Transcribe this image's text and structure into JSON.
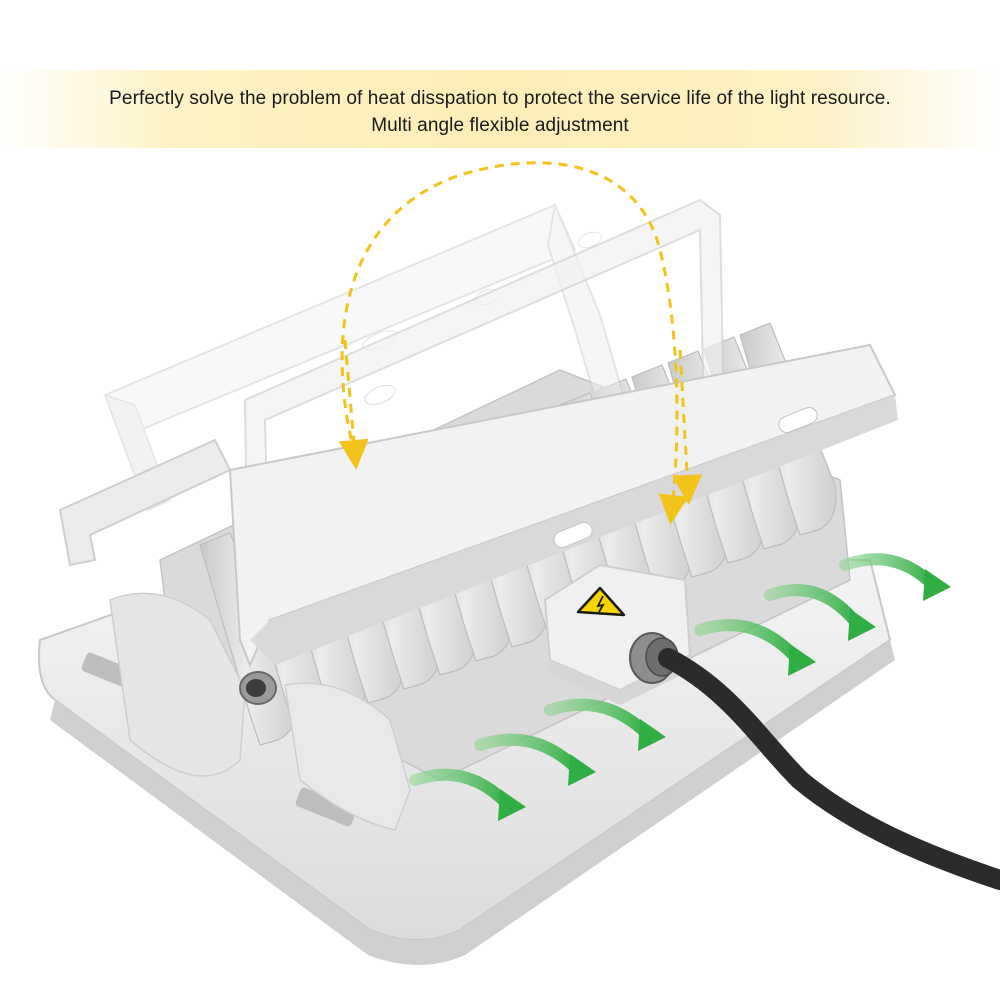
{
  "caption": {
    "line1": "Perfectly solve the problem of heat disspation to protect the service life of the light resource.",
    "line2": "Multi angle flexible adjustment"
  },
  "colors": {
    "banner": "#fbeeb8",
    "housing": "#e8e8e8",
    "fin": "#d6d6d6",
    "airflow_arrow": "#3cb54a",
    "rotation_arrow": "#f2c31a",
    "cable": "#2b2b2b",
    "warning": "#f5d400"
  },
  "icons": {
    "airflow": "green-airflow-arrow",
    "rotation": "yellow-dashed-rotation-arrow",
    "warning": "electrical-hazard-warning-icon"
  }
}
